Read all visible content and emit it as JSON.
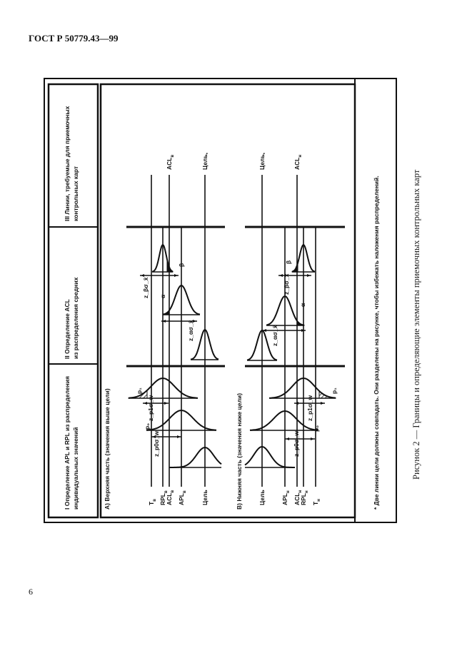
{
  "page": {
    "header": "ГОСТ Р 50779.43—99",
    "page_number": "6"
  },
  "figure": {
    "columns": [
      {
        "line1": "I Определение APL и RPL из распределения",
        "line2": "индивидуальных значений"
      },
      {
        "line1": "II Определение ACL",
        "line2": "из распределения средних"
      },
      {
        "line1": "III Линии, требуемые для приемочных",
        "line2": "контрольных карт"
      }
    ],
    "panel_a": {
      "title": "A) Верхняя часть (значения выше цели)",
      "lines": [
        {
          "main": "T",
          "sub": "в"
        },
        {
          "main": "RPL",
          "sub": "в"
        },
        {
          "main": "ACL",
          "sub": "в"
        },
        {
          "main": "APL",
          "sub": "в"
        },
        {
          "main": "Цель",
          "sub": ""
        }
      ],
      "col3_labels": [
        {
          "main": "ACL",
          "sub": "в"
        },
        {
          "main": "Цель",
          "sub": "*"
        }
      ]
    },
    "panel_b": {
      "title": "B) Нижняя часть (значения ниже цели)",
      "lines": [
        {
          "main": "Цель",
          "sub": ""
        },
        {
          "main": "APL",
          "sub": "н"
        },
        {
          "main": "ACL",
          "sub": "н"
        },
        {
          "main": "RPL",
          "sub": "н"
        },
        {
          "main": "T",
          "sub": "н"
        }
      ],
      "col3_labels": [
        {
          "main": "Цель",
          "sub": "*"
        },
        {
          "main": "ACL",
          "sub": "н"
        }
      ]
    },
    "symbols": {
      "p1": "p₁",
      "p0": "p₀",
      "z_p1_sigma_w": "z_p1σ_w",
      "z_p0_sigma_w": "z_p0σ_w",
      "z_beta_sigma_x": "z_βσ_x̄",
      "z_alpha_sigma_x": "z_ασ_x̄",
      "alpha": "α",
      "beta": "β"
    },
    "footnote": "* Две линии цели должны совпадать. Они разделены на рисунке, чтобы избежать наложения распределений.",
    "caption": "Рисунок 2 — Границы и определяющие элементы приемочных контрольных карт"
  }
}
